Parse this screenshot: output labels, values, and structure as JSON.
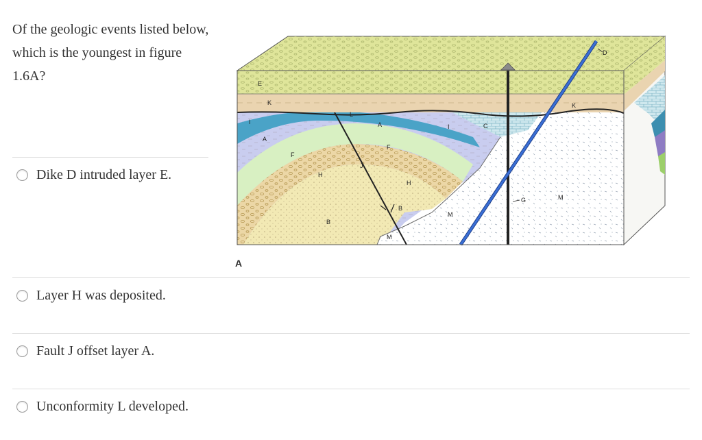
{
  "question": {
    "text": "Of the geologic events listed below, which is the youngest in figure 1.6A?"
  },
  "figure": {
    "panel_letter": "A",
    "labels": {
      "A": "A",
      "B": "B",
      "C": "C",
      "D": "D",
      "E": "E",
      "F": "F",
      "G": "G",
      "H": "H",
      "I": "I",
      "J": "J",
      "K": "K",
      "L": "L",
      "M": "M"
    },
    "colors": {
      "layer_E": "#dfe59a",
      "layer_K": "#ead4b0",
      "layer_A": "#c9cdef",
      "layer_F": "#d8f0c2",
      "layer_H": "#ecd7a6",
      "layer_B": "#f2e9b4",
      "layer_I": "#4aa3c7",
      "dike_D": "#3a6fd6",
      "intrusion_M": "#ffffff"
    }
  },
  "options": [
    {
      "label": "Dike D intruded layer E."
    },
    {
      "label": "Layer H was deposited."
    },
    {
      "label": "Fault J offset layer A."
    },
    {
      "label": "Unconformity L developed."
    }
  ]
}
